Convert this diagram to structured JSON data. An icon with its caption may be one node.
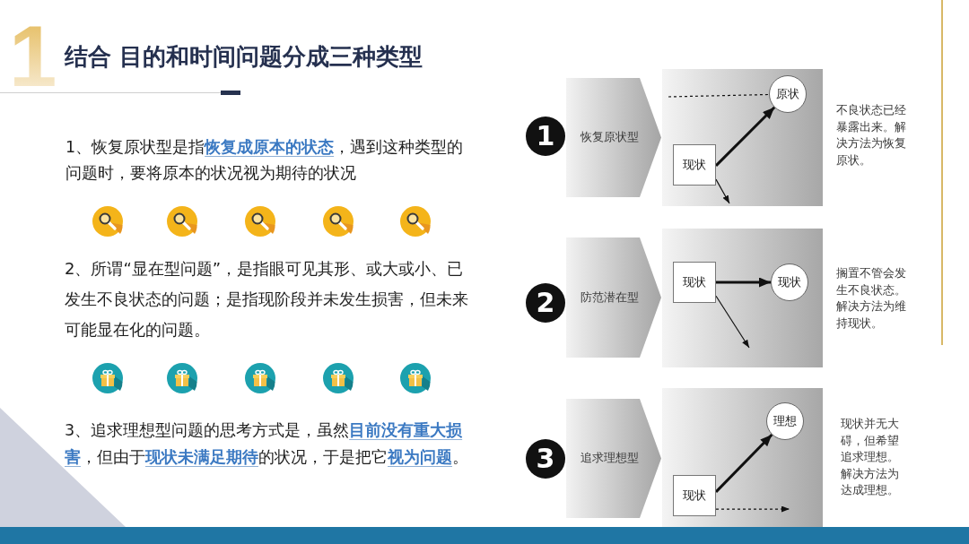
{
  "diagram": {
    "title": "结合 目的和时间问题分成三种类型",
    "nodes": [
      {
        "text": [
          "1"
        ]
      },
      {
        "text": [
          "恢复原状型"
        ]
      },
      {
        "text": [
          "现状"
        ]
      },
      {
        "text": [
          "原状"
        ]
      },
      {
        "text": [
          "2"
        ]
      },
      {
        "text": [
          "防范潜在型"
        ]
      },
      {
        "text": [
          "现状"
        ]
      },
      {
        "text": [
          "现状"
        ]
      },
      {
        "text": [
          "3"
        ]
      },
      {
        "text": [
          "追求理想型"
        ]
      },
      {
        "text": [
          "现状"
        ]
      },
      {
        "text": [
          "理想"
        ]
      }
    ],
    "edges": [
      {
        "from": 2,
        "to": 3,
        "arrow": "to",
        "style": "thick"
      },
      {
        "from": null,
        "to": 3,
        "arrow": "none",
        "style": "dashed"
      },
      {
        "from": 2,
        "to": null,
        "arrow": "to"
      },
      {
        "from": 6,
        "to": 7,
        "arrow": "to",
        "style": "thick"
      },
      {
        "from": 6,
        "to": null,
        "arrow": "to"
      },
      {
        "from": 10,
        "to": 11,
        "arrow": "to",
        "style": "thick"
      },
      {
        "from": 10,
        "to": null,
        "arrow": "to",
        "style": "dashed"
      }
    ],
    "labels": [
      "1",
      "1、恢复原状型是指**恢复成原本的状态**，遇到这种类型的问题时，要将原本的状况视为期待的状况",
      "2、所谓“显在型问题”，是指眼可见其形、或大或小、已发生不良状态的问题；是指现阶段并未发生损害，但未来可能显在化的问题。",
      "3、追求理想型问题的思考方式是，虽然**目前没有重大损害**，但由于**现状未满足期待**的状况，于是把它**视为问题**。",
      "不良状态已经暴露出来。解决方法为恢复原状。",
      "搁置不管会发生不良状态。解决方法为维持现状。",
      "现状并无大碍，但希望追求理想。解决方法为达成理想。"
    ]
  }
}
